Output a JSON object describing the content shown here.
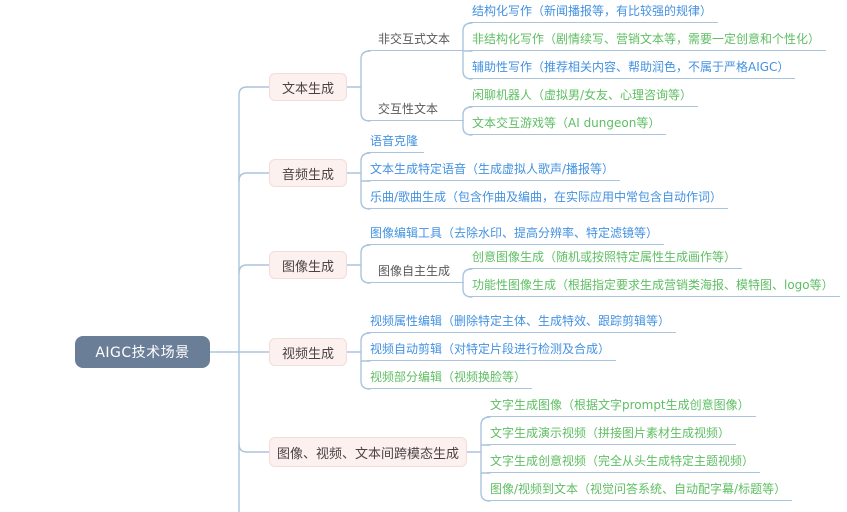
{
  "root": {
    "label": "AIGC技术场景"
  },
  "colors": {
    "connector_line": "#aac4de",
    "leaf_blue": "#4391e0",
    "leaf_green": "#5fbe63",
    "root_bg": "#6b7e98",
    "root_text": "#ffffff",
    "branch_bg": "#fdf1f0",
    "branch_border": "#f3dcd9",
    "branch_text": "#4a4242",
    "group_text": "#595959"
  },
  "branches": [
    {
      "label": "文本生成",
      "groups": [
        {
          "label": "非交互式文本",
          "leaves": [
            {
              "text": "结构化写作（新闻播报等，有比较强的规律）",
              "color": "blue"
            },
            {
              "text": "非结构化写作（剧情续写、营销文本等，需要一定创意和个性化）",
              "color": "green"
            },
            {
              "text": "辅助性写作（推荐相关内容、帮助润色，不属于严格AIGC）",
              "color": "blue"
            }
          ]
        },
        {
          "label": "交互性文本",
          "leaves": [
            {
              "text": "闲聊机器人（虚拟男/女友、心理咨询等）",
              "color": "green"
            },
            {
              "text": "文本交互游戏等（AI dungeon等）",
              "color": "green"
            }
          ]
        }
      ]
    },
    {
      "label": "音频生成",
      "leaves": [
        {
          "text": "语音克隆",
          "color": "blue"
        },
        {
          "text": "文本生成特定语音（生成虚拟人歌声/播报等）",
          "color": "blue"
        },
        {
          "text": "乐曲/歌曲生成（包含作曲及编曲，在实际应用中常包含自动作词）",
          "color": "blue"
        }
      ]
    },
    {
      "label": "图像生成",
      "leaves": [
        {
          "text": "图像编辑工具（去除水印、提高分辨率、特定滤镜等）",
          "color": "blue"
        }
      ],
      "groups": [
        {
          "label": "图像自主生成",
          "leaves": [
            {
              "text": "创意图像生成（随机或按照特定属性生成画作等）",
              "color": "green"
            },
            {
              "text": "功能性图像生成（根据指定要求生成营销类海报、模特图、logo等）",
              "color": "green"
            }
          ]
        }
      ]
    },
    {
      "label": "视频生成",
      "leaves": [
        {
          "text": "视频属性编辑（删除特定主体、生成特效、跟踪剪辑等）",
          "color": "blue"
        },
        {
          "text": "视频自动剪辑（对特定片段进行检测及合成）",
          "color": "blue"
        },
        {
          "text": "视频部分编辑（视频换脸等）",
          "color": "green"
        }
      ]
    },
    {
      "label": "图像、视频、文本间跨模态生成",
      "leaves": [
        {
          "text": "文字生成图像（根据文字prompt生成创意图像）",
          "color": "green"
        },
        {
          "text": "文字生成演示视频（拼接图片素材生成视频）",
          "color": "green"
        },
        {
          "text": "文字生成创意视频（完全从头生成特定主题视频）",
          "color": "green"
        },
        {
          "text": "图像/视频到文本（视觉问答系统、自动配字幕/标题等）",
          "color": "green"
        }
      ]
    }
  ]
}
